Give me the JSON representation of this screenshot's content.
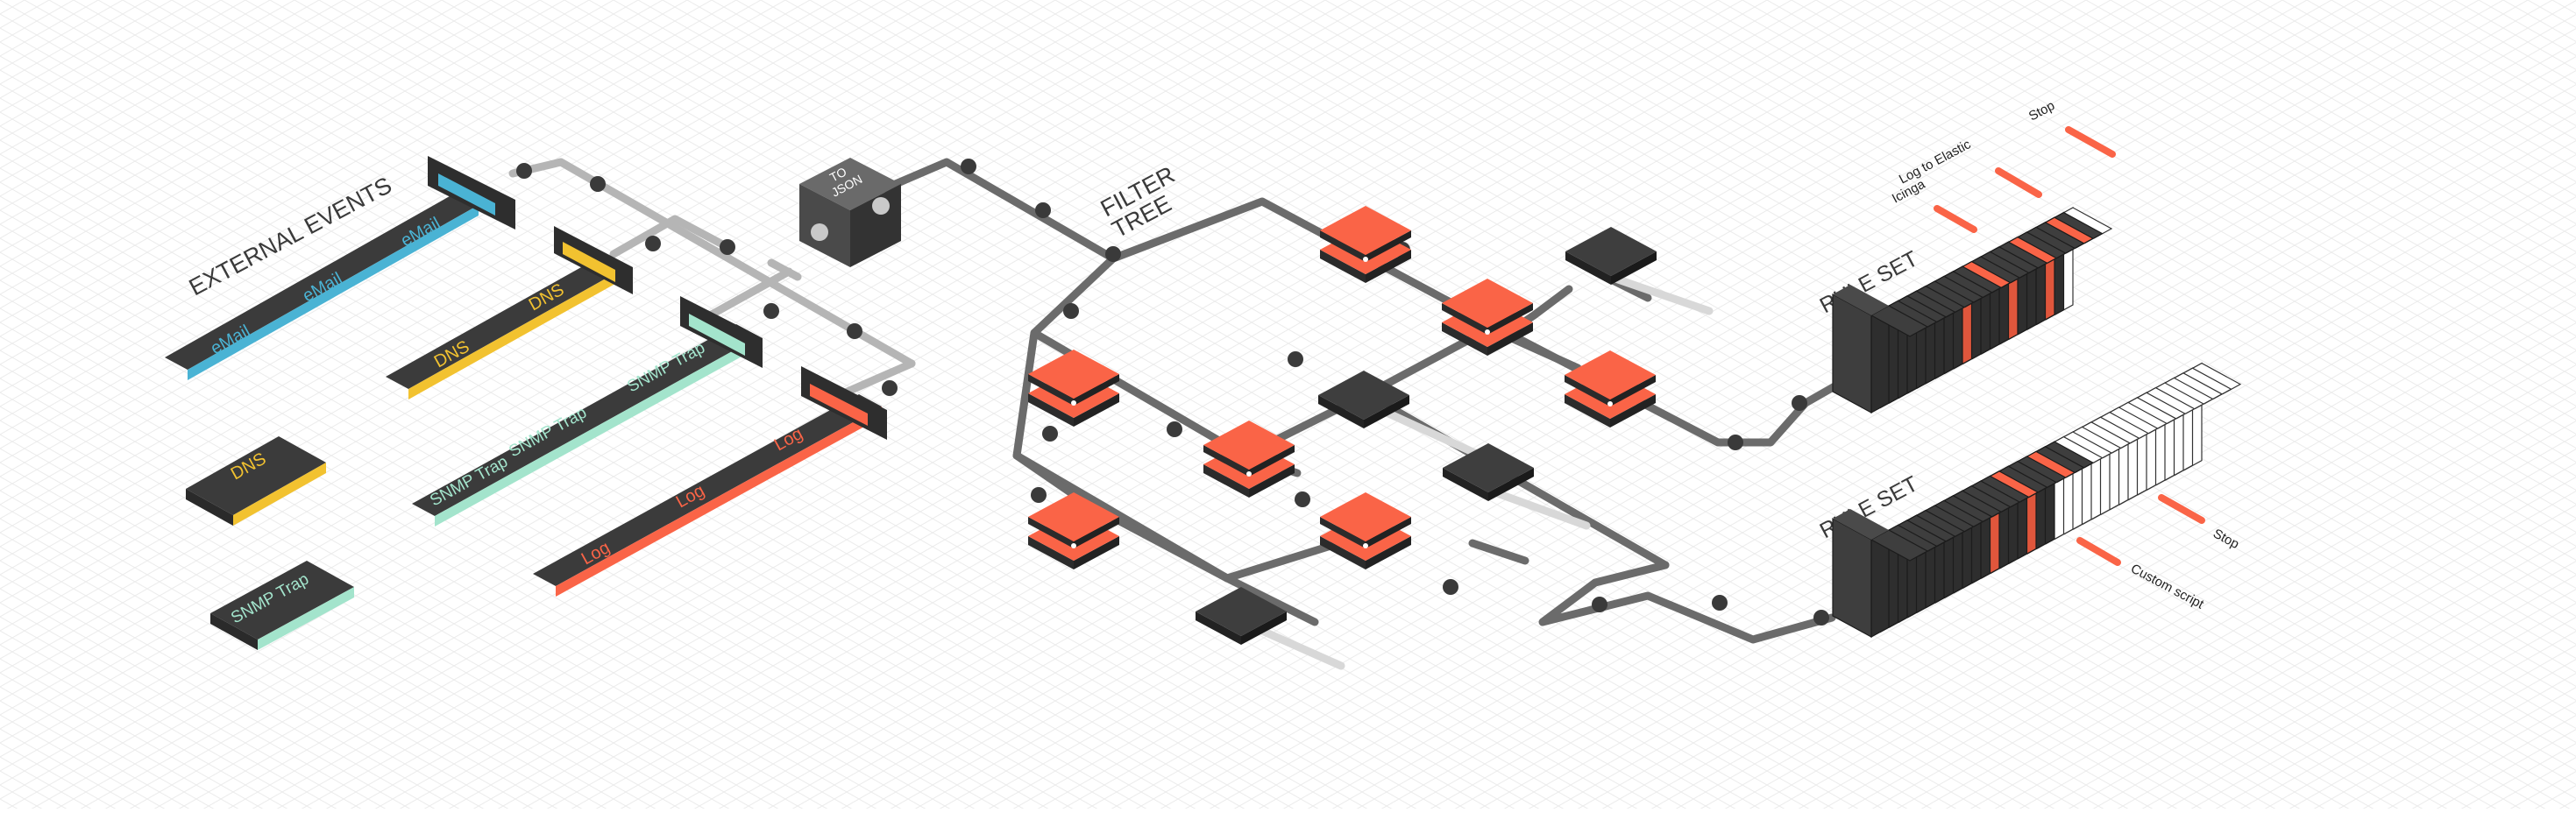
{
  "section_titles": {
    "external_events": "EXTERNAL EVENTS",
    "to_json": [
      "TO",
      "JSON"
    ],
    "filter_tree": [
      "FILTER",
      "TREE"
    ],
    "rule_set_top": "RULE SET",
    "rule_set_bottom": "RULE SET"
  },
  "event_labels": {
    "email": "eMail",
    "dns": "DNS",
    "snmp": "SNMP Trap",
    "log": "Log"
  },
  "actions_top": {
    "stop": "Stop",
    "log_elastic": "Log to Elastic",
    "icinga": "Icinga"
  },
  "actions_bottom": {
    "stop": "Stop",
    "custom": "Custom script"
  },
  "colors": {
    "email": "#4ab3d4",
    "dns": "#f2c230",
    "snmp": "#a3e4cc",
    "log": "#fa6447",
    "dark": "#3e3e3e",
    "pipe": "#6b6b6b",
    "pipe_light": "#b5b5b5"
  }
}
